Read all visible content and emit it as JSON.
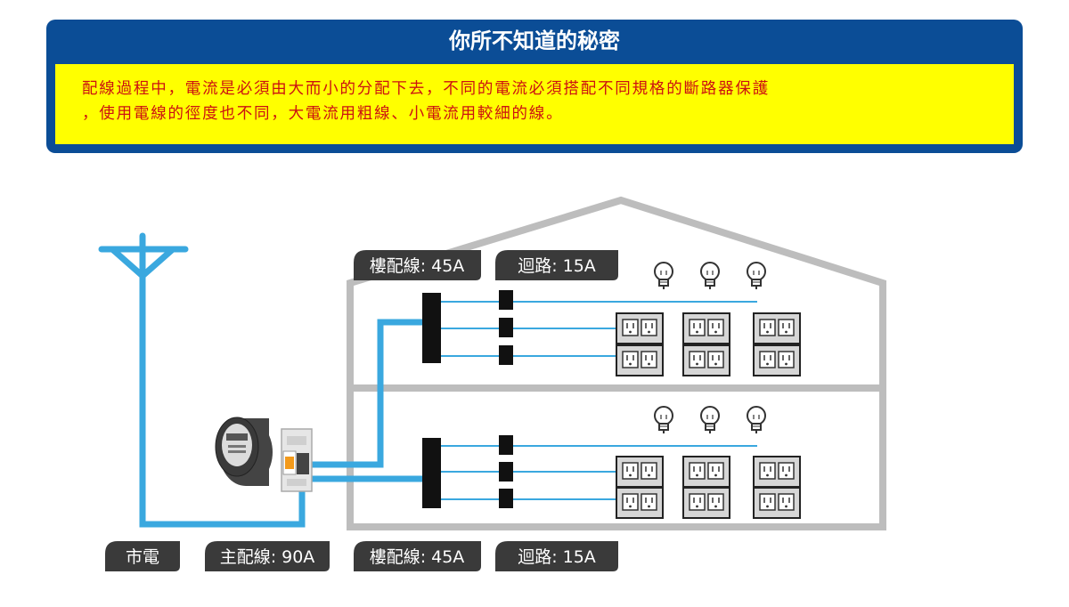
{
  "banner": {
    "title": "你所不知道的秘密",
    "line1": "配線過程中，電流是必須由大而小的分配下去，不同的電流必須搭配不同規格的斷路器保護",
    "line2": "，使用電線的徑度也不同，大電流用粗線、小電流用較細的線。"
  },
  "labels": {
    "building_wiring_top": "樓配線: 45A",
    "circuit_top": "迴路: 15A",
    "utility_power": "市電",
    "main_wiring": "主配線: 90A",
    "building_wiring_bottom": "樓配線: 45A",
    "circuit_bottom": "迴路: 15A"
  },
  "colors": {
    "banner_blue": "#0b4d96",
    "banner_yellow": "#ffff00",
    "banner_text_red": "#cc1111",
    "wire_blue": "#3aa8df",
    "label_bg": "#3a3a3a",
    "house_outline": "#bdbdbd"
  },
  "icons": [
    "utility-pole-icon",
    "electric-meter-icon",
    "breaker-box-icon",
    "light-bulb-icon",
    "power-outlet-icon"
  ]
}
